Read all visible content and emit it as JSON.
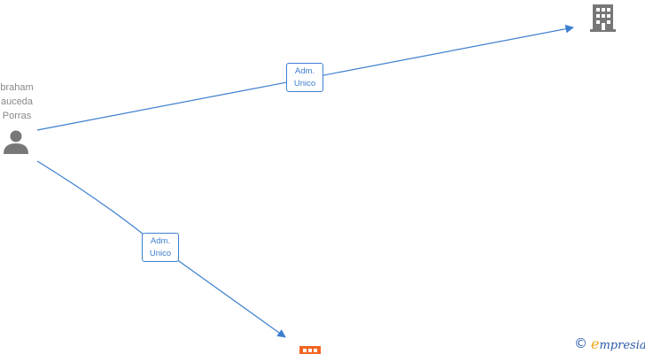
{
  "person": {
    "name_lines": [
      "braham",
      "auceda",
      "Porras"
    ],
    "icon": "person-icon"
  },
  "edges": [
    {
      "from": "person",
      "to": "company-1",
      "label_lines": [
        "Adm.",
        "Unico"
      ]
    },
    {
      "from": "person",
      "to": "company-2",
      "label_lines": [
        "Adm.",
        "Unico"
      ]
    }
  ],
  "companies": [
    {
      "id": "company-1",
      "icon": "building-icon",
      "color": "#777777"
    },
    {
      "id": "company-2",
      "icon": "building-icon",
      "color": "#f26522"
    }
  ],
  "colors": {
    "edge": "#3d7fd0",
    "label_text": "#888888",
    "icon_gray": "#777777",
    "accent_orange": "#f26522"
  },
  "watermark": {
    "symbol": "©",
    "initial": "e",
    "text": "mpresia"
  }
}
